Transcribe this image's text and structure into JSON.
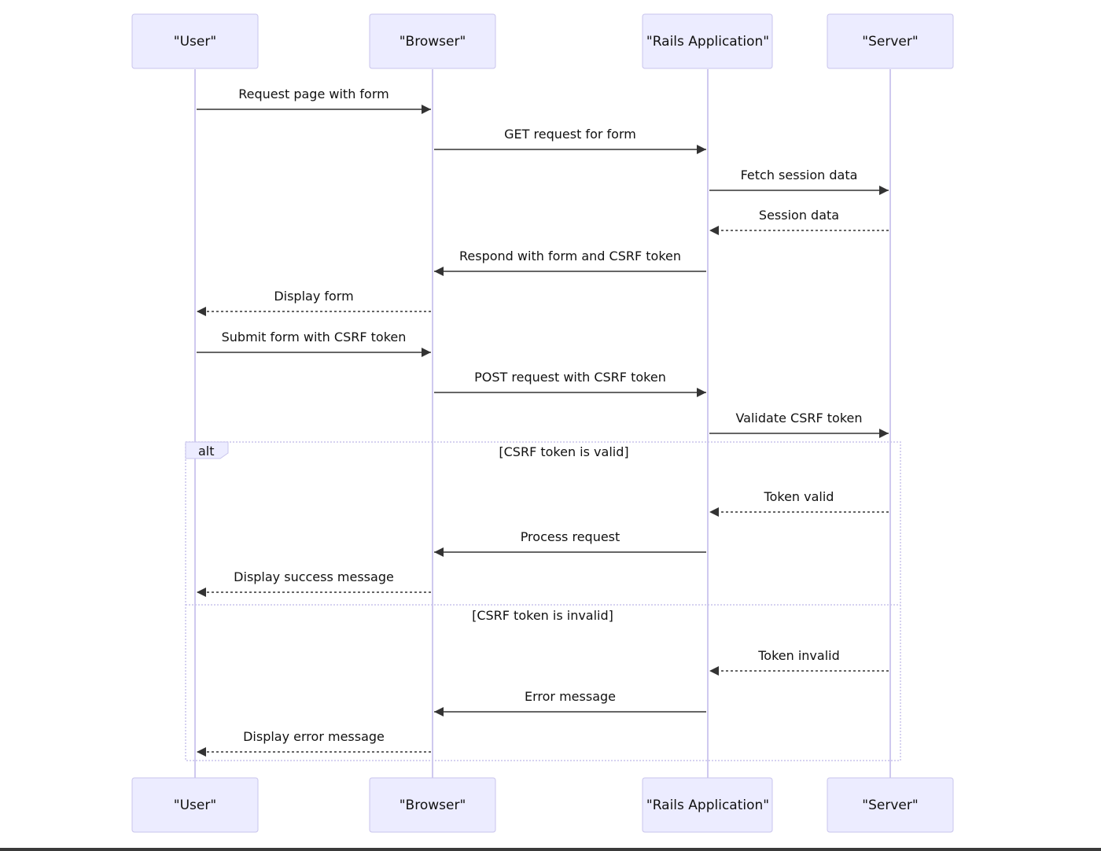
{
  "participants": [
    {
      "id": "user",
      "label": "\"User\""
    },
    {
      "id": "browser",
      "label": "\"Browser\""
    },
    {
      "id": "rails",
      "label": "\"Rails Application\""
    },
    {
      "id": "server",
      "label": "\"Server\""
    }
  ],
  "messages": [
    {
      "from": "user",
      "to": "browser",
      "text": "Request page with form",
      "style": "solid"
    },
    {
      "from": "browser",
      "to": "rails",
      "text": "GET request for form",
      "style": "solid"
    },
    {
      "from": "rails",
      "to": "server",
      "text": "Fetch session data",
      "style": "solid"
    },
    {
      "from": "server",
      "to": "rails",
      "text": "Session data",
      "style": "dashed"
    },
    {
      "from": "rails",
      "to": "browser",
      "text": "Respond with form and CSRF token",
      "style": "solid"
    },
    {
      "from": "browser",
      "to": "user",
      "text": "Display form",
      "style": "dashed"
    },
    {
      "from": "user",
      "to": "browser",
      "text": "Submit form with CSRF token",
      "style": "solid"
    },
    {
      "from": "browser",
      "to": "rails",
      "text": "POST request with CSRF token",
      "style": "solid"
    },
    {
      "from": "rails",
      "to": "server",
      "text": "Validate CSRF token",
      "style": "solid"
    },
    {
      "from": "server",
      "to": "rails",
      "text": "Token valid",
      "style": "dashed"
    },
    {
      "from": "rails",
      "to": "browser",
      "text": "Process request",
      "style": "solid"
    },
    {
      "from": "browser",
      "to": "user",
      "text": "Display success message",
      "style": "dashed"
    },
    {
      "from": "server",
      "to": "rails",
      "text": "Token invalid",
      "style": "dashed"
    },
    {
      "from": "rails",
      "to": "browser",
      "text": "Error message",
      "style": "solid"
    },
    {
      "from": "browser",
      "to": "user",
      "text": "Display error message",
      "style": "dashed"
    }
  ],
  "alt_block": {
    "label": "alt",
    "sections": [
      {
        "guard": "[CSRF token is valid]"
      },
      {
        "guard": "[CSRF token is invalid]"
      }
    ]
  },
  "colors": {
    "actor_fill": "#ececff",
    "actor_border": "#c9c4ec",
    "lifeline": "#cfc9ef",
    "arrow": "#333333"
  }
}
